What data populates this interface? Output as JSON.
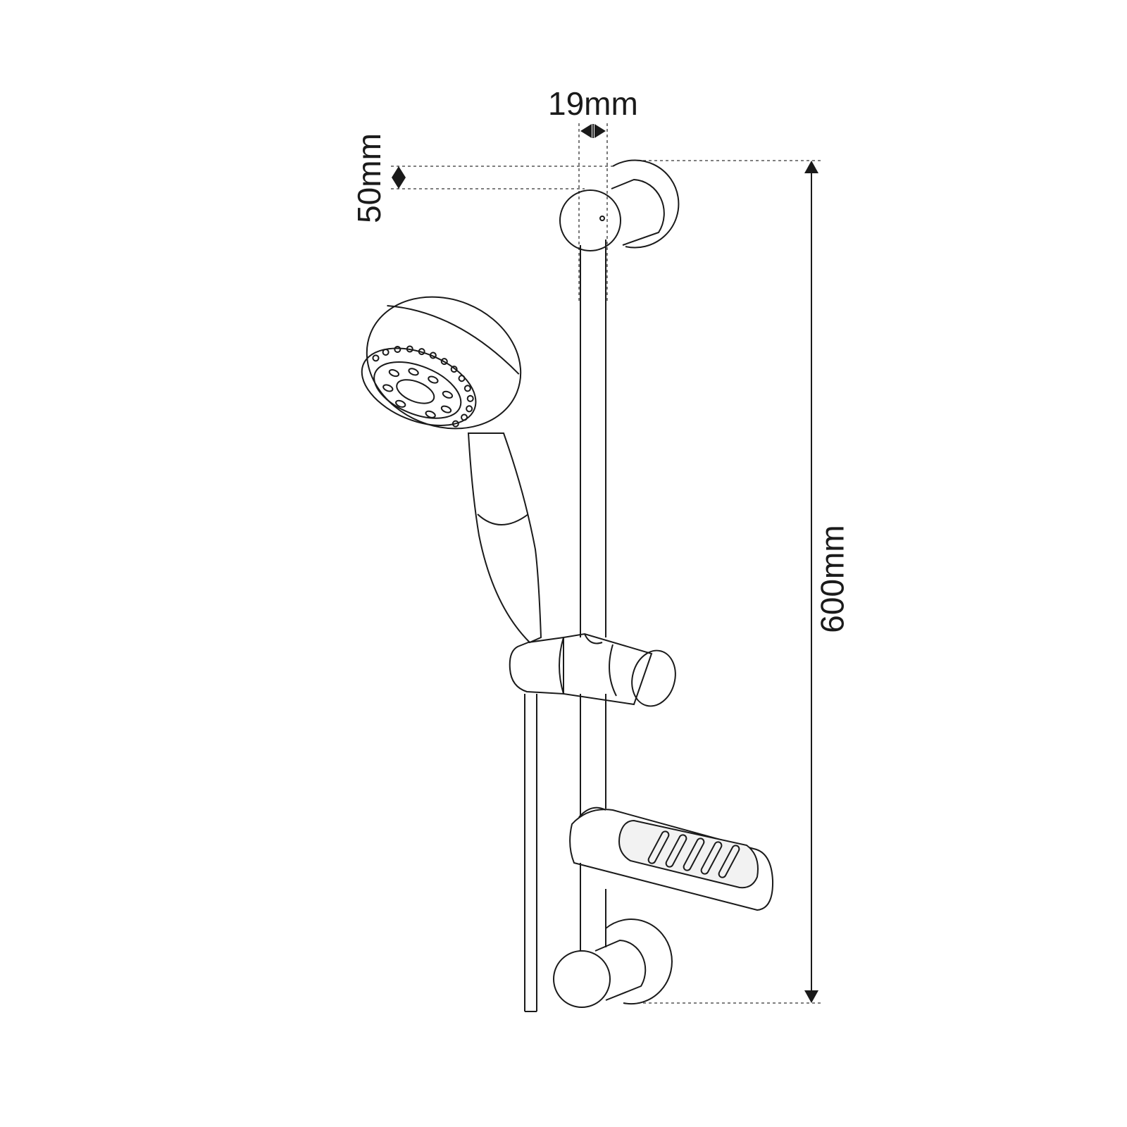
{
  "dimensions": {
    "rail_diameter": "19mm",
    "bracket_offset": "50mm",
    "rail_length": "600mm"
  },
  "colors": {
    "line": "#1a1a1a",
    "dish_insert": "#f2f2f2"
  }
}
